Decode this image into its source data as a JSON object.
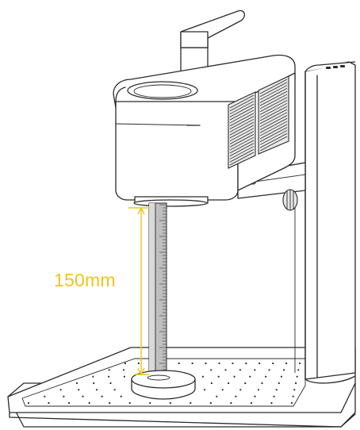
{
  "diagram": {
    "measurement": {
      "label": "150mm",
      "color": "#f0c419"
    },
    "colors": {
      "ink": "#2a2a2a",
      "ruler": "#bfbfbf",
      "background": "#ffffff"
    },
    "components": [
      "laser-engraver-head",
      "focus-ruler",
      "support-column",
      "honeycomb-base-plate",
      "work-target-puck"
    ]
  }
}
